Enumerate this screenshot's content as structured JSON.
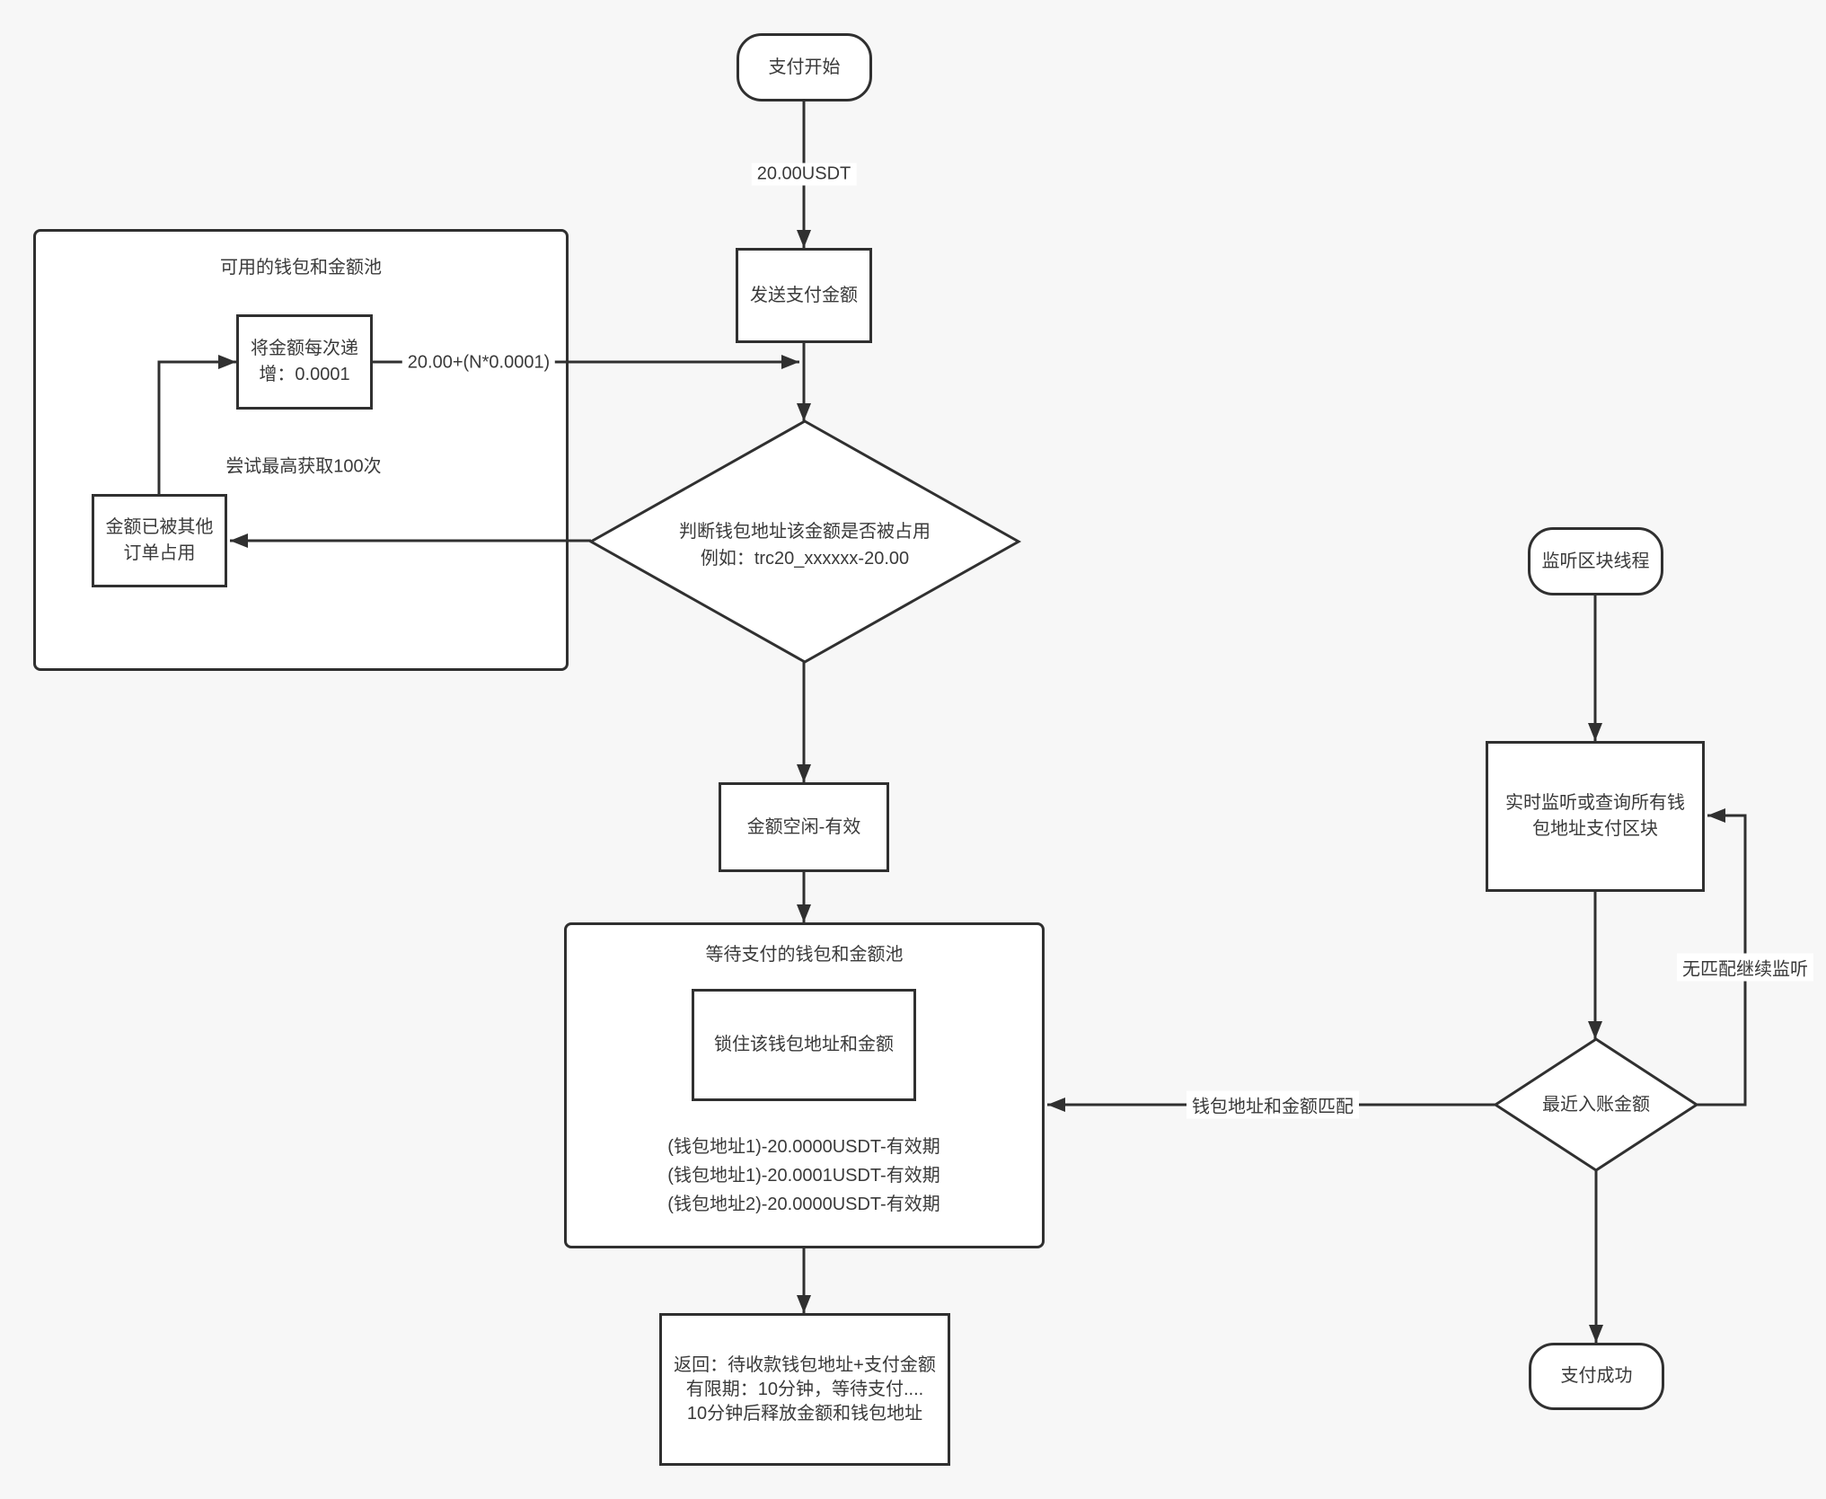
{
  "canvas": {
    "bg": "#f7f7f7",
    "stroke": "#303030",
    "node_fill": "#ffffff",
    "text_color": "#3a3a3a"
  },
  "nodes": {
    "start": {
      "label": "支付开始"
    },
    "send_amount": {
      "label": "发送支付金额"
    },
    "available_pool": {
      "title": "可用的钱包和金额池"
    },
    "increment": {
      "label": "将金额每次递增：0.0001"
    },
    "retry_note": {
      "label": "尝试最高获取100次"
    },
    "occupied": {
      "label": "金额已被其他订单占用"
    },
    "check_occupied": {
      "line1": "判断钱包地址该金额是否被占用",
      "line2": "例如：trc20_xxxxxx-20.00"
    },
    "amount_free": {
      "label": "金额空闲-有效"
    },
    "waiting_pool": {
      "title": "等待支付的钱包和金额池"
    },
    "lock": {
      "label": "锁住该钱包地址和金额"
    },
    "pool_entries": [
      "(钱包地址1)-20.0000USDT-有效期",
      "(钱包地址1)-20.0001USDT-有效期",
      "(钱包地址2)-20.0000USDT-有效期"
    ],
    "return_info": {
      "line1": "返回：待收款钱包地址+支付金额",
      "line2": "有限期：10分钟，等待支付....",
      "line3": "10分钟后释放金额和钱包地址"
    },
    "listen_thread": {
      "label": "监听区块线程"
    },
    "realtime_listen": {
      "label": "实时监听或查询所有钱包地址支付区块"
    },
    "recent_amount": {
      "label": "最近入账金额"
    },
    "pay_success": {
      "label": "支付成功"
    }
  },
  "edge_labels": {
    "payment_amount": "20.00USDT",
    "increment_formula": "20.00+(N*0.0001)",
    "match": "钱包地址和金额匹配",
    "no_match": "无匹配继续监听"
  }
}
